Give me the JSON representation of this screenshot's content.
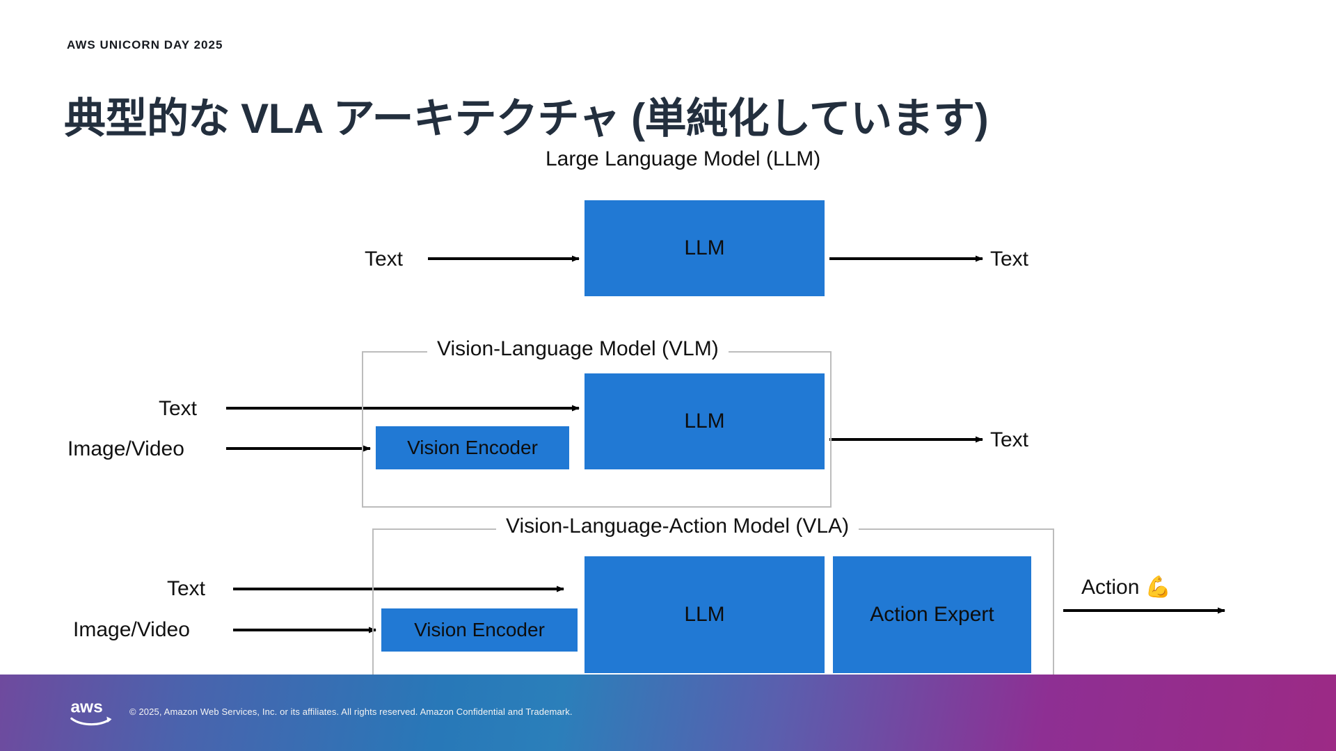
{
  "header": {
    "eyebrow": "AWS UNICORN DAY 2025"
  },
  "title": "典型的な VLA アーキテクチャ (単純化しています)",
  "colors": {
    "block_blue": "#2179d4",
    "frame_gray": "#bcbcbc",
    "title_navy": "#232f3e",
    "arrow_black": "#000000",
    "background": "#ffffff"
  },
  "diagram": {
    "sections": [
      {
        "id": "llm",
        "caption": "Large Language Model (LLM)",
        "framed": false,
        "inputs": [
          {
            "label": "Text"
          }
        ],
        "blocks": [
          {
            "label": "LLM"
          }
        ],
        "outputs": [
          {
            "label": "Text"
          }
        ]
      },
      {
        "id": "vlm",
        "caption": "Vision-Language Model (VLM)",
        "framed": true,
        "inputs": [
          {
            "label": "Text"
          },
          {
            "label": "Image/Video"
          }
        ],
        "blocks": [
          {
            "label": "Vision Encoder"
          },
          {
            "label": "LLM"
          }
        ],
        "outputs": [
          {
            "label": "Text"
          }
        ]
      },
      {
        "id": "vla",
        "caption": "Vision-Language-Action Model (VLA)",
        "framed": true,
        "inputs": [
          {
            "label": "Text"
          },
          {
            "label": "Image/Video"
          }
        ],
        "blocks": [
          {
            "label": "Vision Encoder"
          },
          {
            "label": "LLM"
          },
          {
            "label": "Action Expert"
          }
        ],
        "outputs": [
          {
            "label": "Action 💪"
          }
        ]
      }
    ]
  },
  "footer": {
    "logo_wordmark": "aws",
    "copyright": "© 2025, Amazon Web Services, Inc. or its affiliates. All rights reserved. Amazon Confidential and Trademark."
  }
}
